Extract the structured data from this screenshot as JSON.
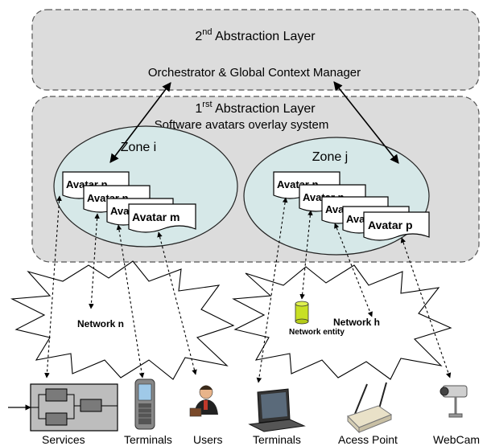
{
  "layer2": {
    "title_pre": "2",
    "title_sup": "nd",
    "title_post": " Abstraction Layer",
    "subtitle": "Orchestrator & Global Context Manager"
  },
  "layer1": {
    "title_pre": "1",
    "title_sup": "rst",
    "title_post": " Abstraction Layer",
    "subtitle": "Software avatars overlay system"
  },
  "zones": [
    {
      "label": "Zone i",
      "avatars": [
        "Avatar n",
        "Avatar n",
        "Avatar n",
        "Avatar m"
      ]
    },
    {
      "label": "Zone j",
      "avatars": [
        "Avatar n",
        "Avatar n",
        "Avatar n",
        "Avatar n",
        "Avatar p"
      ]
    }
  ],
  "networks": {
    "left": "Network n",
    "right": "Network h",
    "entity": "Network entity"
  },
  "devices": {
    "services": "Services",
    "terminals_phone": "Terminals",
    "users": "Users",
    "terminals_laptop": "Terminals",
    "access_point": "Acess Point",
    "webcam": "WebCam"
  },
  "colors": {
    "layer_fill": "#dcdcdc",
    "zone_fill": "#d6e8e8",
    "cylinder": "#c8e024"
  }
}
